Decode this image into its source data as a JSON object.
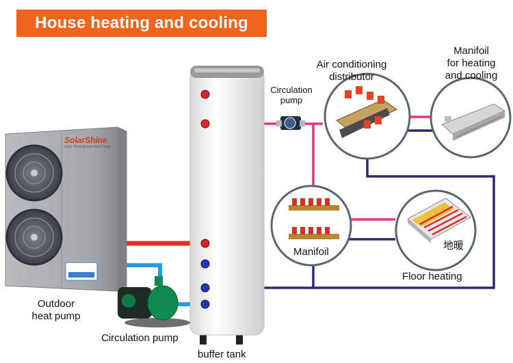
{
  "title": "House heating and cooling",
  "labels": {
    "outdoor_heat_pump": "Outdoor\nheat pump",
    "circulation_pump_bottom": "Circulation pump",
    "buffer_tank": "buffer tank",
    "circulation_pump_top": "Circulation\npump",
    "air_conditioning_distributor": "Air conditioning\ndistributor",
    "manifoil_heating_cooling": "Manifoil\nfor heating\nand cooling",
    "manifoil": "Manifoil",
    "floor_heating": "Floor heating",
    "floor_heating_chinese": "地暖"
  },
  "brand": {
    "name": "SolarShine",
    "subtitle": "Solar Thermal and Heat Pump"
  },
  "colors": {
    "banner": "#f0641e",
    "hot_line": "#e8327e",
    "cold_line": "#2e2a6e",
    "source_hot": "#e0302a",
    "source_cold": "#2a9ae0",
    "tank": "#f2f2f2",
    "heat_pump": "#a9adb2"
  }
}
